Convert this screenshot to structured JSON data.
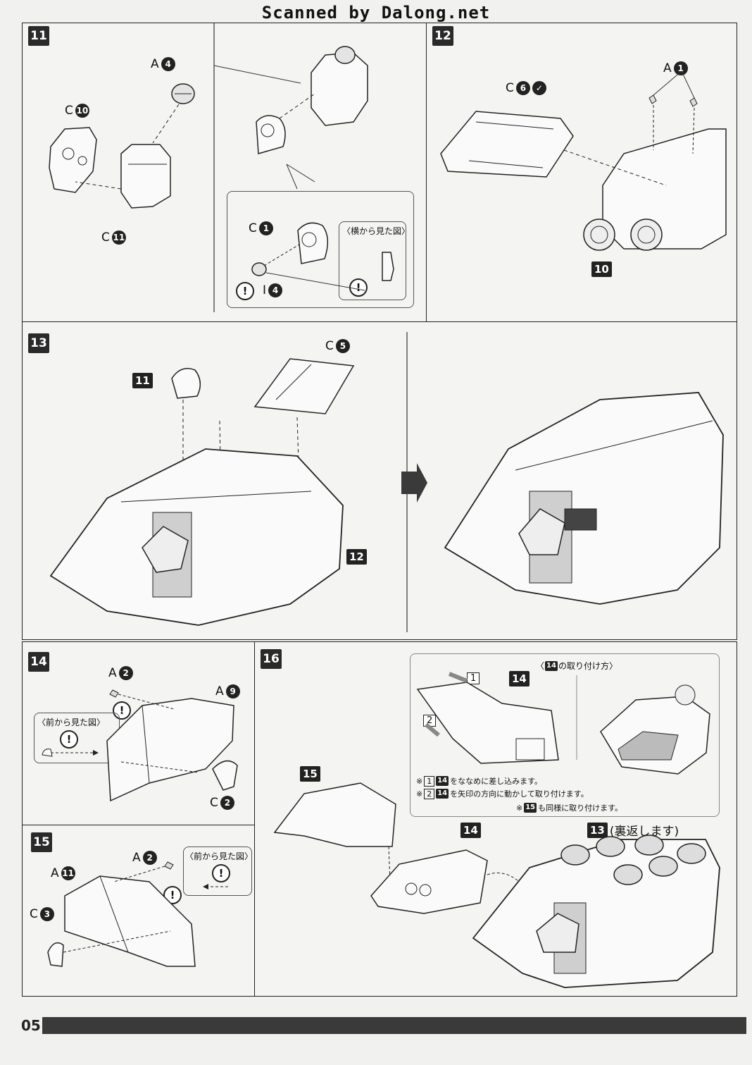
{
  "header": {
    "scan_credit": "Scanned by Dalong.net"
  },
  "page": {
    "number": "05"
  },
  "steps": {
    "s11": {
      "num": "11",
      "parts": [
        "A",
        "4",
        "C",
        "10",
        "C",
        "11",
        "C",
        "1",
        "I",
        "4"
      ],
      "side_view": "〈横から見た図〉"
    },
    "s12": {
      "num": "12",
      "parts": [
        "C",
        "6",
        "A",
        "1"
      ],
      "ref": "10"
    },
    "s13": {
      "num": "13",
      "parts": [
        "C",
        "5"
      ],
      "ref_a": "11",
      "ref_b": "12"
    },
    "s14": {
      "num": "14",
      "parts": [
        "A",
        "2",
        "A",
        "9",
        "C",
        "2"
      ],
      "front_view": "〈前から見た図〉"
    },
    "s15": {
      "num": "15",
      "parts": [
        "A",
        "2",
        "A",
        "11",
        "C",
        "3"
      ],
      "front_view": "〈前から見た図〉"
    },
    "s16": {
      "num": "16",
      "how_to_title": "〈",
      "how_to_ref": "14",
      "how_to_suffix": "の取り付け方〉",
      "callout_1": "1",
      "callout_2": "2",
      "callout_14": "14",
      "note1_mark": "※",
      "note1_box": "1",
      "note1_ref": "14",
      "note1_text": "をななめに差し込みます。",
      "note2_mark": "※",
      "note2_box": "2",
      "note2_ref": "14",
      "note2_text": "を矢印の方向に動かして取り付けます。",
      "note3_mark": "※",
      "note3_ref": "15",
      "note3_text": "も同様に取り付けます。",
      "lbl15": "15",
      "lbl14": "14",
      "lbl13": "13",
      "lbl13_text": "(裏返します)"
    }
  }
}
